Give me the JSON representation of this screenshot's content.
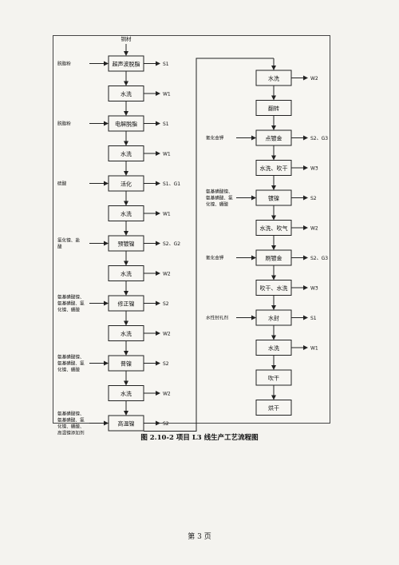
{
  "figure": {
    "caption": "图 2.10-2  项目 L3 线生产工艺流程图",
    "page_number": "第 3 页"
  },
  "flow_left": [
    {
      "step": "超声波脱脂",
      "input": "脱脂粉",
      "outputs": "S1"
    },
    {
      "step": "水洗",
      "input": "",
      "outputs": "W1"
    },
    {
      "step": "电解脱脂",
      "input": "脱脂粉",
      "outputs": "S1"
    },
    {
      "step": "水洗",
      "input": "",
      "outputs": "W1"
    },
    {
      "step": "活化",
      "input": "硫酸",
      "outputs": "S1、G1"
    },
    {
      "step": "水洗",
      "input": "",
      "outputs": "W1"
    },
    {
      "step": "预镀镍",
      "input": "氯化镍、盐|酸",
      "outputs": "S2、G2"
    },
    {
      "step": "水洗",
      "input": "",
      "outputs": "W2"
    },
    {
      "step": "修正镍",
      "input": "氨基磺酸镍、|氨基磺酸、氯|化镍、硼酸",
      "outputs": "S2"
    },
    {
      "step": "水洗",
      "input": "",
      "outputs": "W2"
    },
    {
      "step": "普镍",
      "input": "氨基磺酸镍、|氨基磺酸、氯|化镍、硼酸",
      "outputs": "S2"
    },
    {
      "step": "水洗",
      "input": "",
      "outputs": "W2"
    },
    {
      "step": "高温镍",
      "input": "氨基磺酸镍、|氨基磺酸、氯|化镍、硼酸、|高温镍添加剂",
      "outputs": "S2"
    }
  ],
  "flow_right": [
    {
      "step": "水洗",
      "input": "",
      "outputs": "W2"
    },
    {
      "step": "翻转",
      "input": "",
      "outputs": ""
    },
    {
      "step": "点镀金",
      "input": "氰化金钾",
      "outputs": "S2、G3"
    },
    {
      "step": "水洗、吹干",
      "input": "",
      "outputs": "W3"
    },
    {
      "step": "镀镍",
      "input": "氨基磺酸镍、|氨基磺酸、氯|化镍、硼酸",
      "outputs": "S2"
    },
    {
      "step": "水洗、吹气",
      "input": "",
      "outputs": "W2"
    },
    {
      "step": "刷镀金",
      "input": "氰化金钾",
      "outputs": "S2、G3"
    },
    {
      "step": "吹干、水洗",
      "input": "",
      "outputs": "W3"
    },
    {
      "step": "水封",
      "input": "水性封孔剂",
      "outputs": "S1"
    },
    {
      "step": "水洗",
      "input": "",
      "outputs": "W1"
    },
    {
      "step": "吹干",
      "input": "",
      "outputs": ""
    },
    {
      "step": "烘干",
      "input": "",
      "outputs": ""
    }
  ],
  "start_label": "铜材"
}
